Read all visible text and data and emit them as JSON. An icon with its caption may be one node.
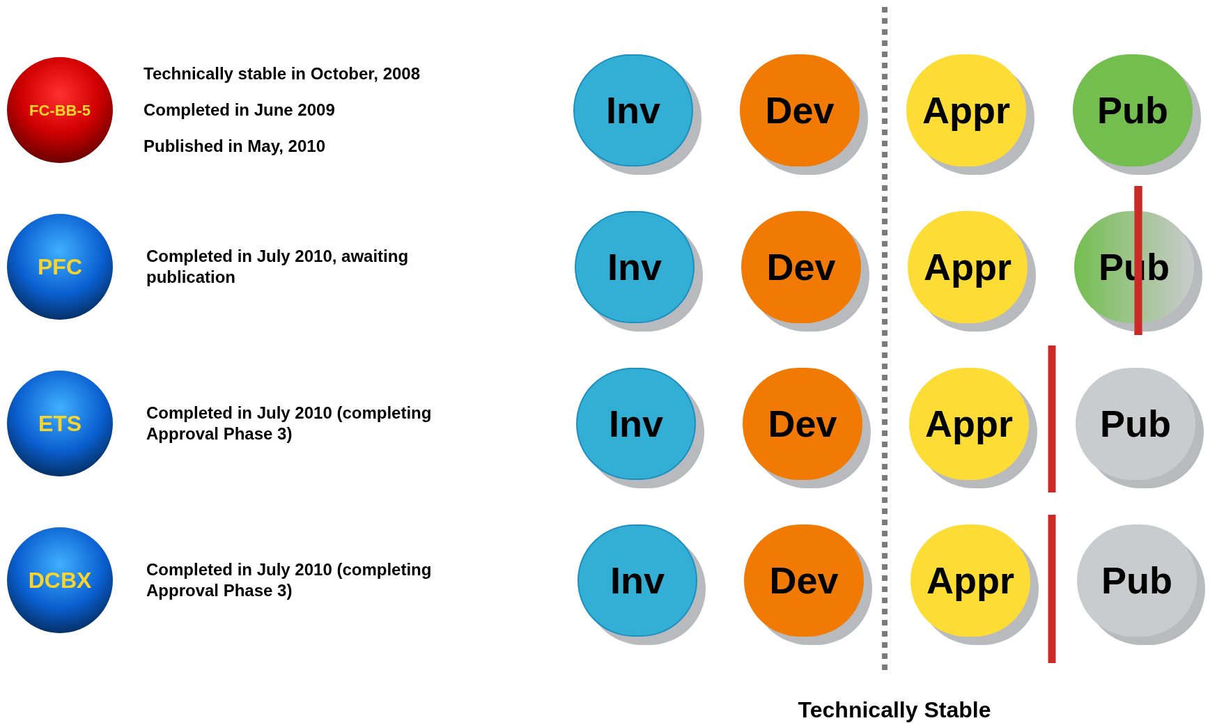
{
  "diagram": {
    "nodes": [
      {
        "text": [
          "FC-BB-5"
        ],
        "beside": [
          "Technically stable in October, 2008",
          "Completed in June 2009",
          "Published in May, 2010"
        ]
      },
      {
        "text": [
          "Inv"
        ]
      },
      {
        "text": [
          "Dev"
        ]
      },
      {
        "text": [
          "Appr"
        ]
      },
      {
        "text": [
          "Pub"
        ]
      },
      {
        "text": [
          "PFC"
        ],
        "beside": [
          "Completed in July 2010, awaiting publication"
        ]
      },
      {
        "text": [
          "Inv"
        ]
      },
      {
        "text": [
          "Dev"
        ]
      },
      {
        "text": [
          "Appr"
        ]
      },
      {
        "text": [
          "Pub"
        ]
      },
      {
        "text": [
          "ETS"
        ],
        "beside": [
          "Completed in July 2010 (completing Approval Phase 3)"
        ]
      },
      {
        "text": [
          "Inv"
        ]
      },
      {
        "text": [
          "Dev"
        ]
      },
      {
        "text": [
          "Appr"
        ]
      },
      {
        "text": [
          "Pub"
        ]
      },
      {
        "text": [
          "DCBX"
        ],
        "beside": [
          "Completed in July 2010 (completing Approval Phase 3)"
        ]
      },
      {
        "text": [
          "Inv"
        ]
      },
      {
        "text": [
          "Dev"
        ]
      },
      {
        "text": [
          "Appr"
        ]
      },
      {
        "text": [
          "Pub"
        ]
      }
    ],
    "edges": [],
    "labels": [
      "Technically Stable"
    ]
  }
}
